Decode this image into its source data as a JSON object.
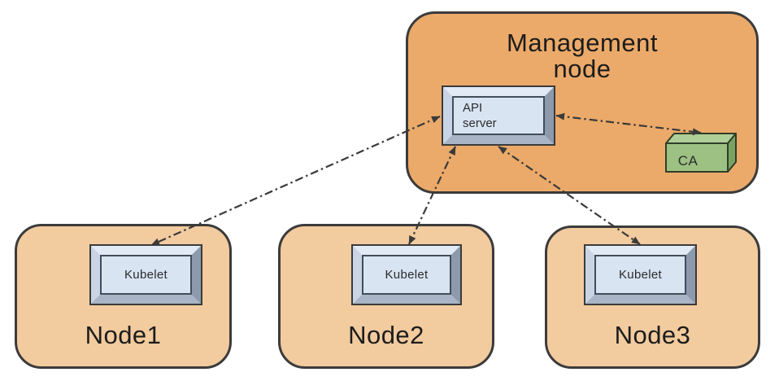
{
  "canvas": {
    "background": "#ffffff"
  },
  "palette": {
    "management_fill": "#ebaa6a",
    "node_fill": "#f2cb9e",
    "container_outline": "#3b3b3b",
    "box_face": "#d8e4f2",
    "bevel_light": "#e2eaf5",
    "bevel_medium": "#a9b5c6",
    "bevel_dark": "#8d99ac",
    "ca_front": "#9cc183",
    "ca_top": "#aecf97",
    "ca_side": "#7aa363",
    "arrow": "#3a3a3a",
    "text": "#1c1c1c"
  },
  "management_node": {
    "label": "Management\nnode",
    "api_server": {
      "label": "API\nserver"
    },
    "ca": {
      "label": "CA"
    }
  },
  "nodes": [
    {
      "label": "Node1",
      "component": "Kubelet"
    },
    {
      "label": "Node2",
      "component": "Kubelet"
    },
    {
      "label": "Node3",
      "component": "Kubelet"
    }
  ],
  "connections": [
    {
      "from": "API server",
      "to": "Kubelet (Node1)",
      "style": "dash-dot",
      "bidirectional": true
    },
    {
      "from": "API server",
      "to": "Kubelet (Node2)",
      "style": "dash-dot",
      "bidirectional": true
    },
    {
      "from": "API server",
      "to": "Kubelet (Node3)",
      "style": "dash-dot",
      "bidirectional": true
    },
    {
      "from": "API server",
      "to": "CA",
      "style": "dash-dot",
      "bidirectional": true
    }
  ]
}
